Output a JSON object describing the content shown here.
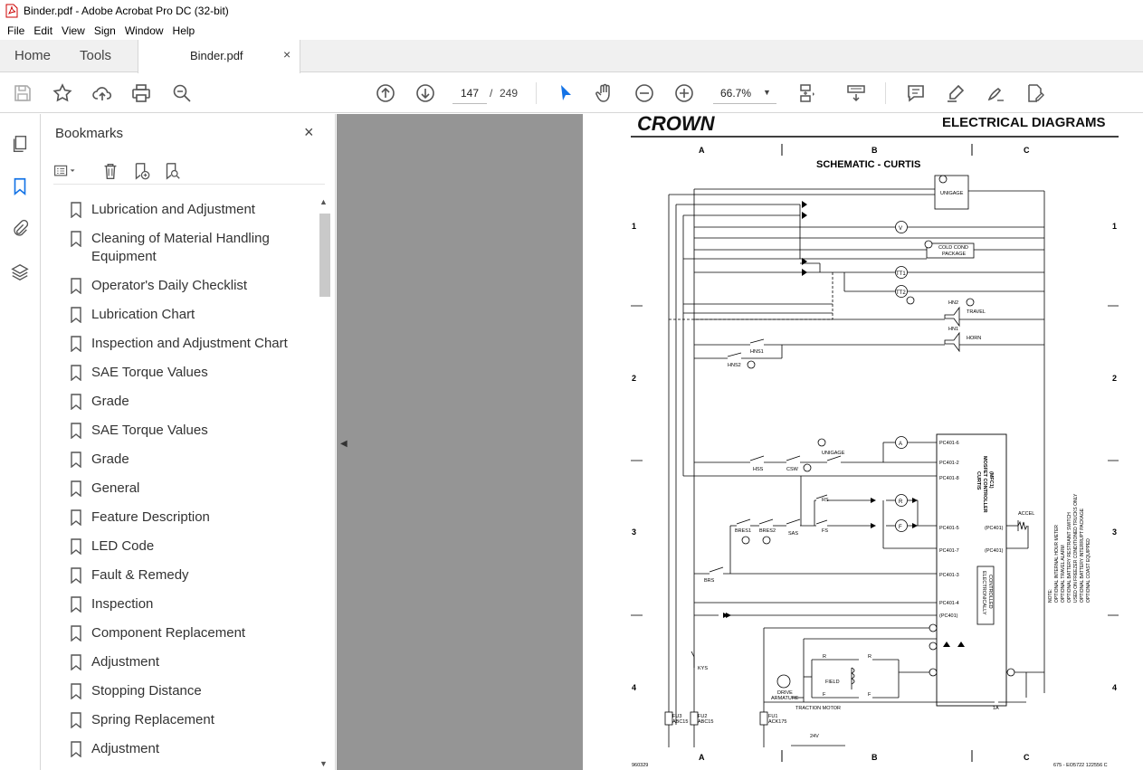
{
  "window": {
    "title": "Binder.pdf - Adobe Acrobat Pro DC (32-bit)"
  },
  "menu": [
    "File",
    "Edit",
    "View",
    "Sign",
    "Window",
    "Help"
  ],
  "tabs": {
    "home": "Home",
    "tools": "Tools",
    "document": "Binder.pdf",
    "close": "×"
  },
  "toolbar": {
    "page_current": "147",
    "page_separator": "/",
    "page_total": "249",
    "zoom": "66.7%"
  },
  "bookmarks": {
    "title": "Bookmarks",
    "close": "×",
    "items": [
      "Lubrication and Adjustment",
      "Cleaning of Material Handling Equipment",
      "Operator's Daily Checklist",
      "Lubrication Chart",
      "Inspection and Adjustment Chart",
      "SAE Torque Values",
      "Grade",
      "SAE Torque Values",
      "Grade",
      "General",
      "Feature Description",
      "LED Code",
      "Fault & Remedy",
      "Inspection",
      "Component Replacement",
      "Adjustment",
      "Stopping Distance",
      "Spring Replacement",
      "Adjustment"
    ]
  },
  "pdf": {
    "logo": "CROWN",
    "header": "ELECTRICAL DIAGRAMS",
    "subtitle": "SCHEMATIC - CURTIS",
    "columns": [
      "A",
      "B",
      "C"
    ],
    "rows": [
      "1",
      "2",
      "3",
      "4"
    ],
    "labels": {
      "unigage": "UNIGAGE",
      "cold_cond": "COLD COND",
      "package": "PACKAGE",
      "travel": "TRAVEL",
      "horn": "HORN",
      "hn1": "HN1",
      "hn2": "HN2",
      "hns1": "HNS1",
      "hns2": "HNS2",
      "v": "V",
      "tt1": "TT1",
      "tt2": "TT2",
      "hss": "HSS",
      "csw": "CSW",
      "bres1": "BRES1",
      "bres2": "BRES2",
      "sas": "SAS",
      "rs": "RS",
      "fs": "FS",
      "brs": "BRS",
      "kys": "KYS",
      "pc401_6": "PC401-6",
      "pc401_2": "PC401-2",
      "pc401_8": "PC401-8",
      "pc401_5": "PC401-5",
      "pc401_7": "PC401-7",
      "pc401_3": "PC401-3",
      "pc401_4": "PC401-4",
      "pc401": "(PC401)",
      "curtis": "CURTIS",
      "mosfet": "MOSFET CONTROLLER",
      "mfc": "(MFC1)",
      "accel": "ACCEL",
      "electronically": "ELECTRONICALLY",
      "controlled": "CONTROLLED",
      "drive": "DRIVE",
      "armature": "ARMATURE",
      "field": "FIELD",
      "traction_motor": "TRACTION MOTOR",
      "fu1": "FU1",
      "fu1_rating": "ACK175",
      "fu2": "FU2",
      "fu2_rating": "ABC15",
      "fu3": "FU3",
      "fu3_rating": "ABC15",
      "voltage": "24V",
      "amp": "1A",
      "a": "A",
      "r": "R",
      "f": "F",
      "doc_left": "960329",
      "doc_right": "675 - EO5722   122556 C",
      "note": "NOTE:",
      "notes": [
        "OPTIONAL INTERNAL HOUR METER",
        "OPTIONAL TRAVEL ALARM",
        "OPTIONAL BATTERY RESTRAINT SWITCH",
        "USED ON FREEZER CONDITIONED TRUCKS ONLY",
        "OPTIONAL BATTERY INTERRUPT PACKAGE",
        "OPTIONAL COAST EQUIPPED"
      ]
    }
  }
}
